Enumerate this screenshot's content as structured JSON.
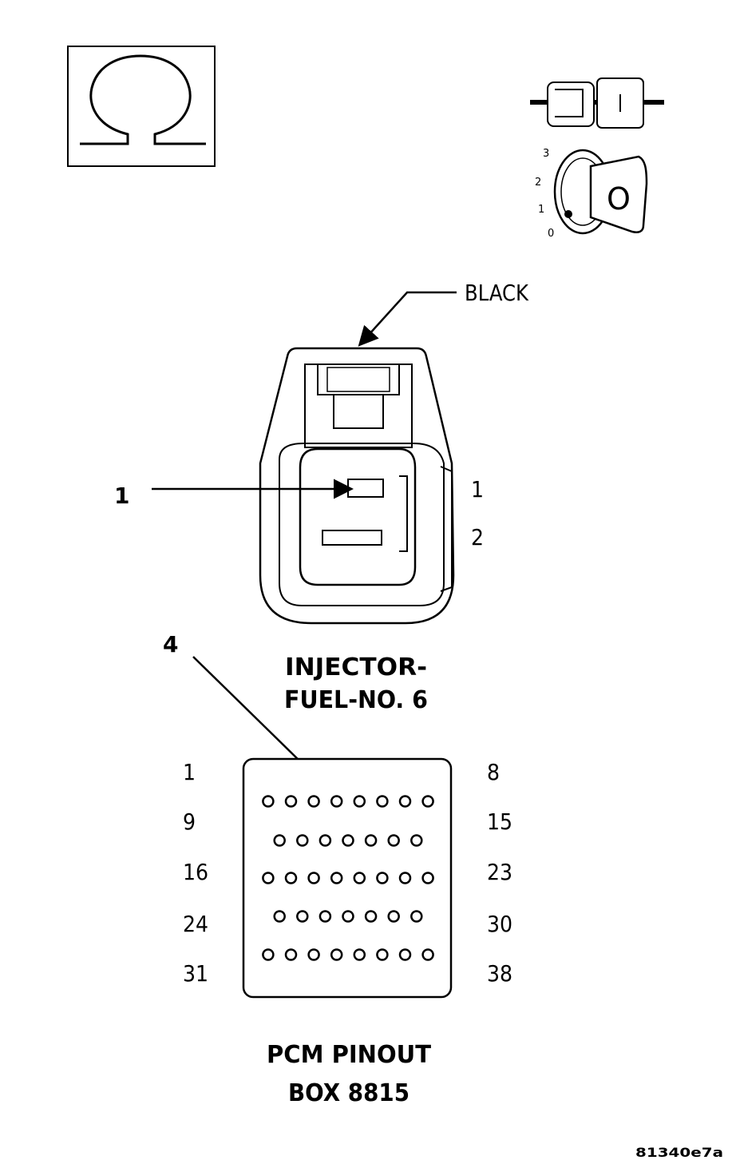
{
  "ohmmeter_icon": {
    "icon": "omega-ohmmeter-icon",
    "symbol": "Ω"
  },
  "ignition_icon": {
    "icon": "ignition-key-icon",
    "positions": [
      "3",
      "2",
      "1",
      "0"
    ],
    "key_letter": "O"
  },
  "injector_connector": {
    "color_label": "BLACK",
    "title_line1": "INJECTOR-",
    "title_line2": "FUEL-NO. 6",
    "callout": "1",
    "pin_labels": [
      "1",
      "2"
    ]
  },
  "pcm_connector": {
    "callout": "4",
    "title_line1": "PCM PINOUT",
    "title_line2": "BOX 8815",
    "rows": [
      {
        "left": "1",
        "right": "8",
        "pins": 8
      },
      {
        "left": "9",
        "right": "15",
        "pins": 7
      },
      {
        "left": "16",
        "right": "23",
        "pins": 8
      },
      {
        "left": "24",
        "right": "30",
        "pins": 7
      },
      {
        "left": "31",
        "right": "38",
        "pins": 8
      }
    ]
  },
  "figure_id": "81340e7a"
}
